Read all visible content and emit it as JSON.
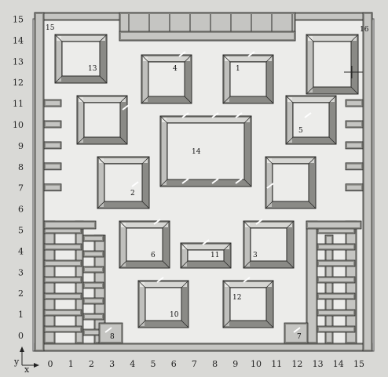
{
  "axes": {
    "x_ticks": [
      "0",
      "1",
      "2",
      "3",
      "4",
      "5",
      "6",
      "7",
      "8",
      "9",
      "10",
      "11",
      "12",
      "13",
      "14",
      "15"
    ],
    "y_ticks": [
      "15",
      "14",
      "13",
      "12",
      "11",
      "10",
      "9",
      "8",
      "7",
      "6",
      "5",
      "4",
      "3",
      "2",
      "1",
      "0"
    ],
    "x_label": "x",
    "y_label": "y"
  },
  "rooms": [
    {
      "id": "1",
      "label": "1"
    },
    {
      "id": "2",
      "label": "2"
    },
    {
      "id": "3",
      "label": "3"
    },
    {
      "id": "4",
      "label": "4"
    },
    {
      "id": "5",
      "label": "5"
    },
    {
      "id": "6",
      "label": "6"
    },
    {
      "id": "7",
      "label": "7"
    },
    {
      "id": "8",
      "label": "8"
    },
    {
      "id": "10",
      "label": "10"
    },
    {
      "id": "11",
      "label": "11"
    },
    {
      "id": "12",
      "label": "12"
    },
    {
      "id": "13",
      "label": "13"
    },
    {
      "id": "14",
      "label": "14"
    },
    {
      "id": "15",
      "label": "15"
    },
    {
      "id": "16",
      "label": "16"
    }
  ],
  "colors": {
    "background": "#d9d9d6",
    "floor": "#ececea",
    "wall_top": "#f6f6f4",
    "wall_side": "#8a8a86",
    "wall_edge": "#2a2a28",
    "text": "#111111"
  }
}
